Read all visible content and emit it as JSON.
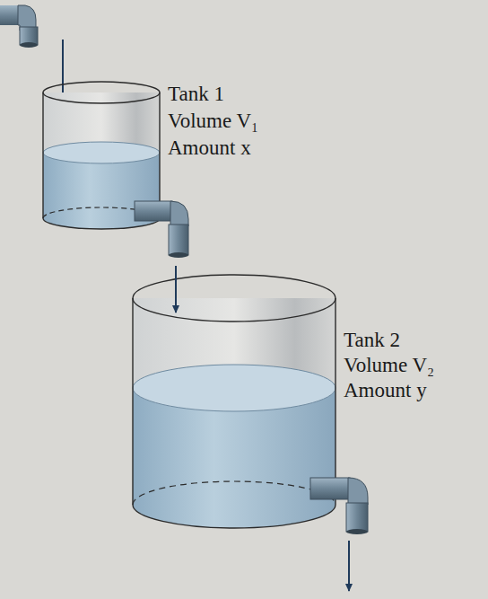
{
  "diagram": {
    "nodes": [
      {
        "text": [
          "Tank 1",
          "Volume V₁",
          "Amount x"
        ]
      },
      {
        "text": [
          "Tank 2",
          "Volume V₂",
          "Amount y"
        ]
      }
    ],
    "edges": [
      {
        "from": 0,
        "to": 1,
        "arrow": "to"
      }
    ]
  }
}
